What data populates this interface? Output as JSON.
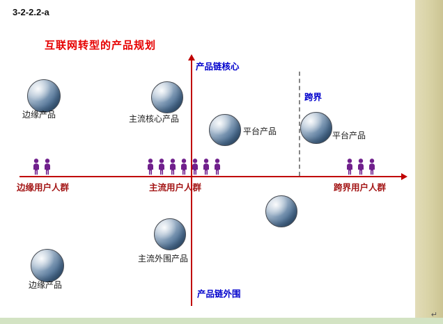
{
  "page": {
    "code": "3-2-2.2-a",
    "title": "互联网转型的产品规划",
    "return_mark": "↵"
  },
  "axes": {
    "vertical_top": "产品链核心",
    "vertical_bottom": "产品链外围",
    "crossover": "跨界"
  },
  "products": [
    {
      "label": "边缘产品"
    },
    {
      "label": "主流核心产品"
    },
    {
      "label": "平台产品"
    },
    {
      "label": "平台产品"
    },
    {
      "label": ""
    },
    {
      "label": "主流外围产品"
    },
    {
      "label": "边缘产品"
    }
  ],
  "user_groups": [
    {
      "label": "边缘用户人群",
      "count": 2
    },
    {
      "label": "主流用户人群",
      "count": 7
    },
    {
      "label": "跨界用户人群",
      "count": 3
    }
  ],
  "colors": {
    "axis": "#c00000",
    "title": "#e60000",
    "blue-label": "#0000cc",
    "red-label": "#a31515",
    "people": "#70208c",
    "sphere-dark": "#2f5070",
    "strip-right": "#d9d3a6",
    "strip-bottom": "#d3e3c3"
  }
}
